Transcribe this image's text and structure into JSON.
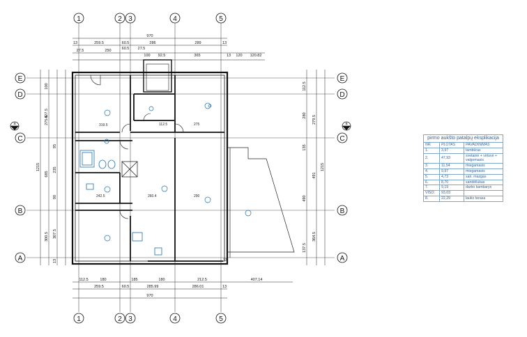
{
  "axes": {
    "columns": [
      "1",
      "2",
      "3",
      "4",
      "5"
    ],
    "rows": [
      "E",
      "D",
      "C",
      "B",
      "A"
    ],
    "section_marks": [
      "a",
      "a"
    ]
  },
  "dims": {
    "top_total": "970",
    "top_row2": [
      "13",
      "259.5",
      "60.5",
      "286",
      "289",
      "13"
    ],
    "top_row3": [
      "27.5",
      "250",
      "60.5",
      "27.5",
      "100",
      "92.5",
      "365",
      "13",
      "120",
      "120.82"
    ],
    "bottom_row1": [
      "112.5",
      "180",
      "185",
      "180",
      "212.5",
      "407.14"
    ],
    "bottom_row2": [
      "259.5",
      "60.5",
      "285.99",
      "286.01",
      "13"
    ],
    "bottom_total": "970",
    "left_col1": [
      "100",
      "427.5",
      "275.5",
      "95",
      "235",
      "90",
      "307.5",
      "300.5",
      "13"
    ],
    "left_total": "1215",
    "left_outer": "685",
    "right_col": [
      "112.5",
      "280",
      "135",
      "490",
      "137.5"
    ],
    "right_col2": [
      "279.5",
      "491",
      "364.5"
    ],
    "right_total": "1215",
    "interior": [
      "319.5",
      "112.5",
      "275",
      "242.5",
      "260.4",
      "290",
      "13"
    ]
  },
  "legend": {
    "title": "pirmo aukšto patalpų eksplikacija",
    "headers": {
      "nr": "NR.",
      "area": "PLOTAS",
      "name": "PAVADINIMAS"
    },
    "rows": [
      {
        "nr": "1.",
        "area": "3,97",
        "name": "tambūras"
      },
      {
        "nr": "2.",
        "area": "47,93",
        "name": "svetainė + virtuvė + valgomasis"
      },
      {
        "nr": "3.",
        "area": "11,54",
        "name": "miegamasis"
      },
      {
        "nr": "4.",
        "area": "9,97",
        "name": "miegamasis"
      },
      {
        "nr": "5.",
        "area": "4,73",
        "name": "san. mazgas"
      },
      {
        "nr": "6.",
        "area": "8,70",
        "name": "sandėliukas"
      },
      {
        "nr": "7.",
        "area": "9,19",
        "name": "darbo kambarys"
      },
      {
        "nr": "VISO:",
        "area": "93,03",
        "name": ""
      },
      {
        "nr": "8.",
        "area": "22,29",
        "name": "lauko terasa"
      }
    ]
  }
}
